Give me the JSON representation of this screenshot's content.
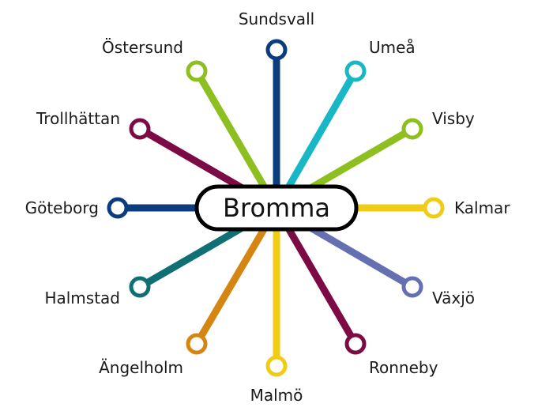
{
  "hub": {
    "name": "Bromma"
  },
  "routes": [
    {
      "name": "Sundsvall",
      "color": "#0b3d7e"
    },
    {
      "name": "Umeå",
      "color": "#18b7c6"
    },
    {
      "name": "Visby",
      "color": "#8cbf1f"
    },
    {
      "name": "Kalmar",
      "color": "#f0cc14"
    },
    {
      "name": "Växjö",
      "color": "#6570b3"
    },
    {
      "name": "Ronneby",
      "color": "#7c0a44"
    },
    {
      "name": "Malmö",
      "color": "#f0cc14"
    },
    {
      "name": "Ängelholm",
      "color": "#d58512"
    },
    {
      "name": "Halmstad",
      "color": "#0f6f73"
    },
    {
      "name": "Göteborg",
      "color": "#0b3d7e"
    },
    {
      "name": "Trollhättan",
      "color": "#7c0a44"
    },
    {
      "name": "Östersund",
      "color": "#8cbf1f"
    }
  ]
}
